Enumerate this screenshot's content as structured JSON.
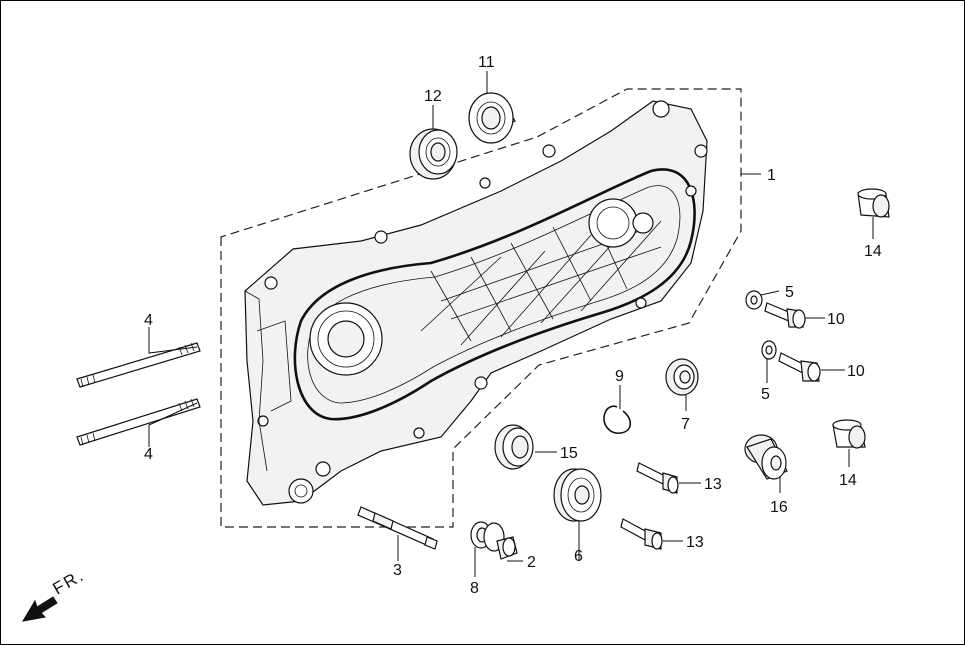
{
  "diagram": {
    "labels": {
      "l1": "1",
      "l2": "2",
      "l3": "3",
      "l4a": "4",
      "l4b": "4",
      "l5a": "5",
      "l5b": "5",
      "l6": "6",
      "l7": "7",
      "l8": "8",
      "l9": "9",
      "l10a": "10",
      "l10b": "10",
      "l11": "11",
      "l12": "12",
      "l13a": "13",
      "l13b": "13",
      "l14a": "14",
      "l14b": "14",
      "l15": "15",
      "l16": "16"
    },
    "front_indicator": "FR."
  }
}
